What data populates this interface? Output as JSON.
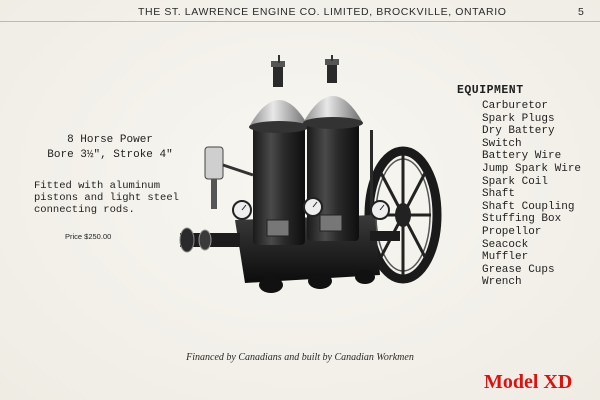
{
  "header": {
    "title": "THE ST. LAWRENCE ENGINE CO. LIMITED, BROCKVILLE, ONTARIO",
    "page_number": "5"
  },
  "specs": {
    "lines": [
      "8 Horse Power",
      "Bore 3½\", Stroke 4\""
    ]
  },
  "description": {
    "lines": [
      "Fitted with aluminum",
      "pistons and light steel",
      "connecting rods."
    ]
  },
  "price": "Price  $250.00",
  "equipment": {
    "heading": "EQUIPMENT",
    "items": [
      "Carburetor",
      "Spark Plugs",
      "Dry Battery",
      "Switch",
      "Battery Wire",
      "Jump Spark Wire",
      "Spark Coil",
      "Shaft",
      "Shaft Coupling",
      "Stuffing Box",
      "Propellor",
      "Seacock",
      "Muffler",
      "Grease Cups",
      "Wrench"
    ]
  },
  "footer": "Financed by Canadians and built by Canadian Workmen",
  "model_label": "Model XD",
  "colors": {
    "paper": "#f4f2ec",
    "ink": "#1c1c1c",
    "model_label": "#e0100e"
  }
}
